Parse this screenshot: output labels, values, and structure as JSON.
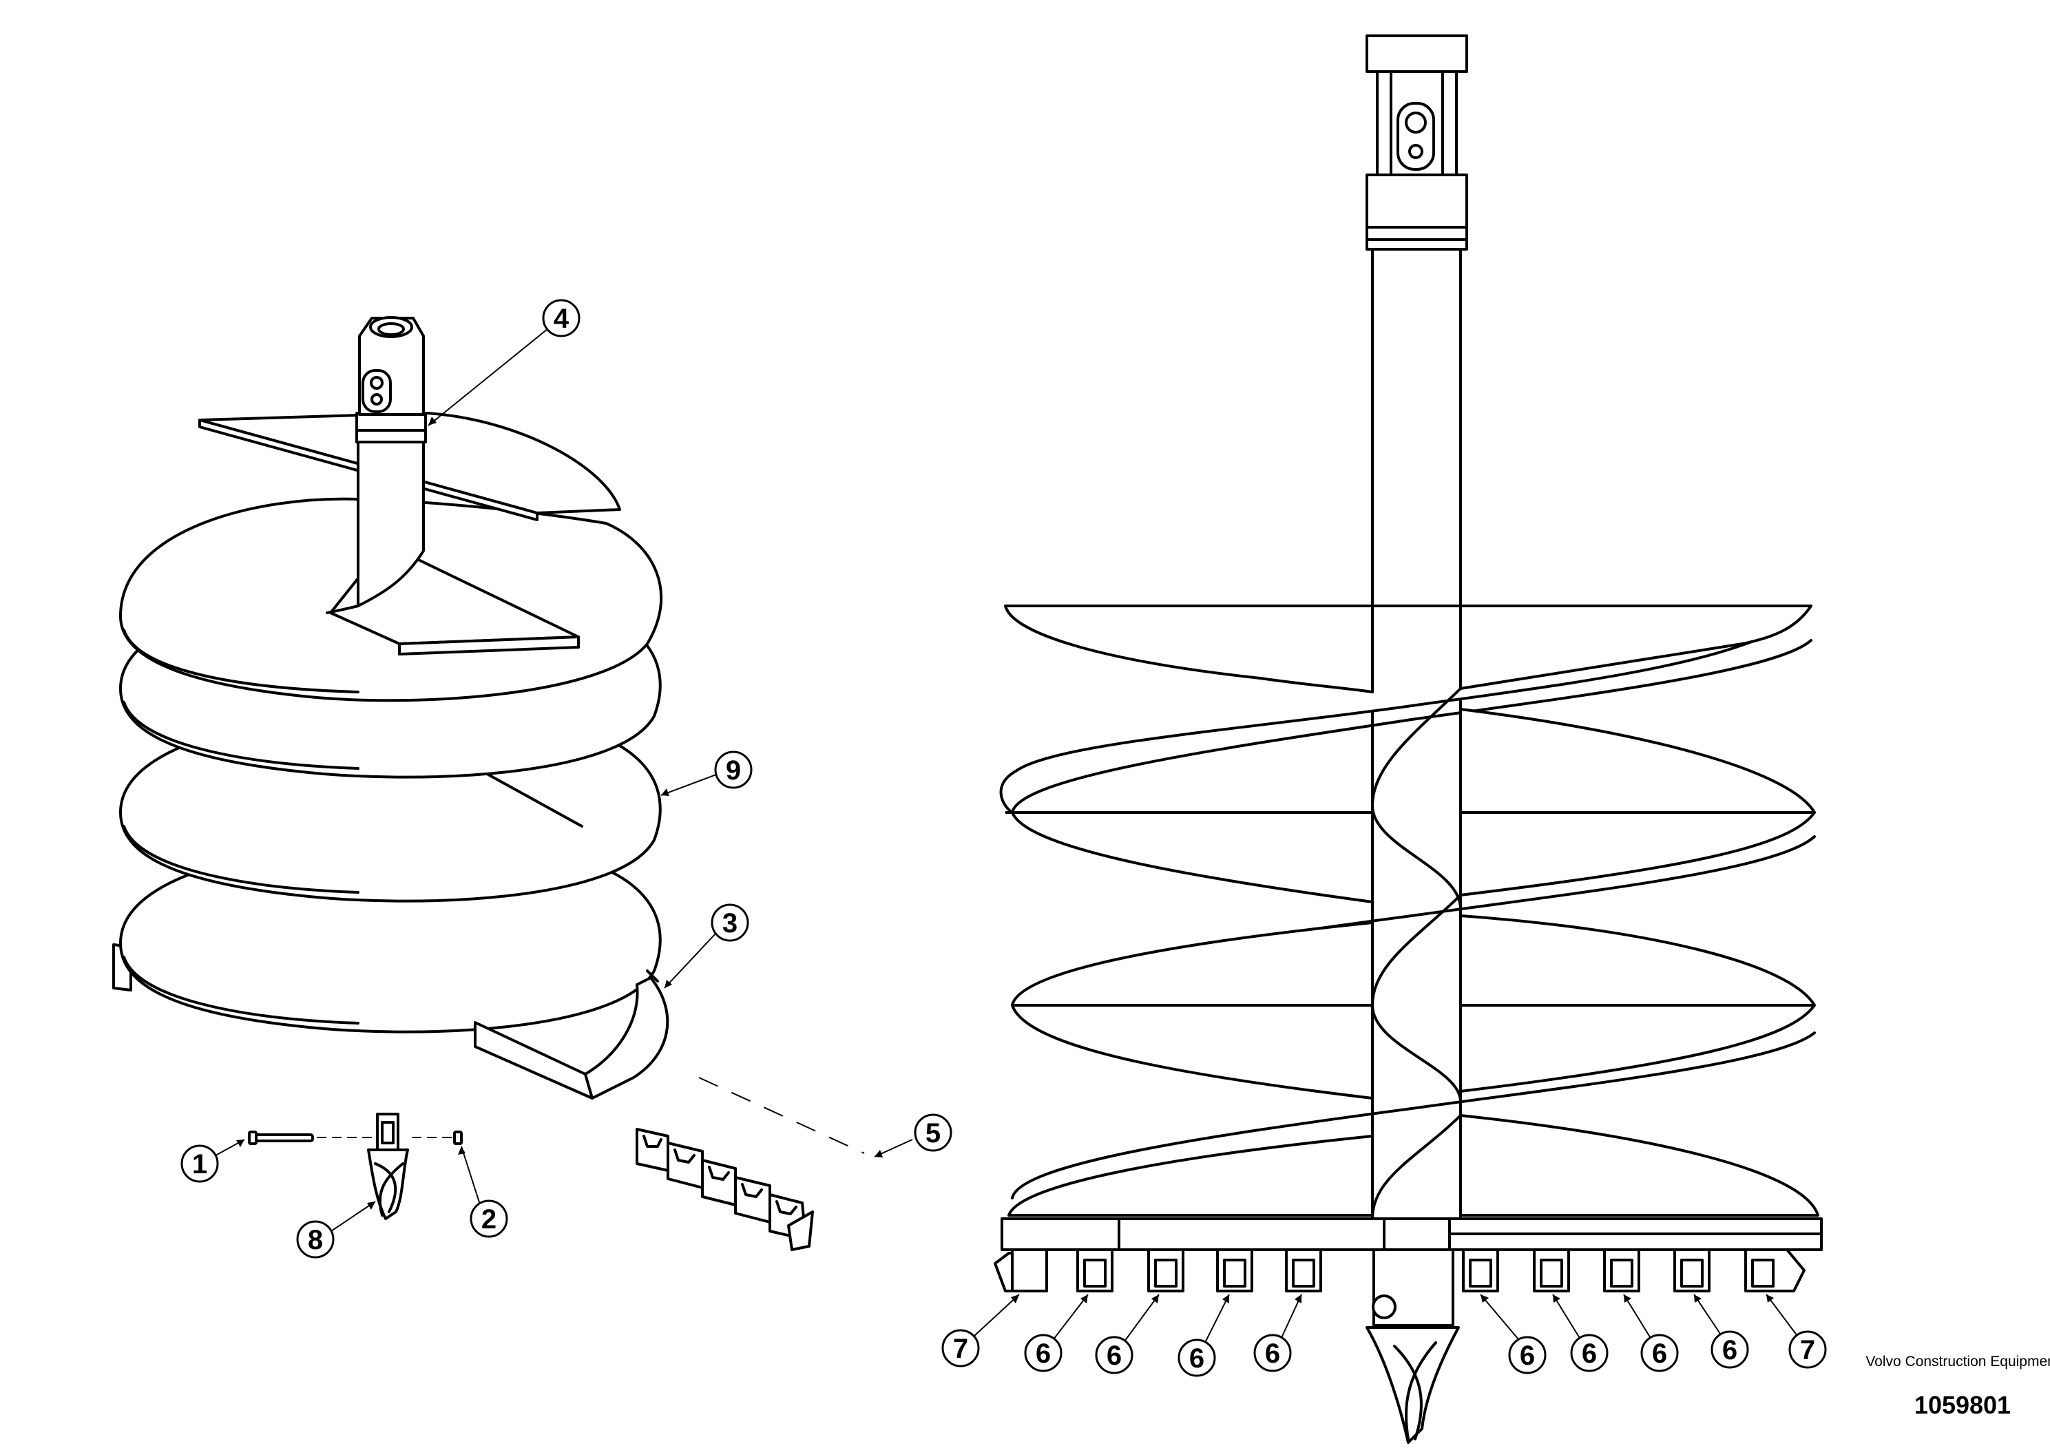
{
  "figure": {
    "company": "Volvo Construction Equipment",
    "document_number": "1059801"
  },
  "callouts": {
    "c1": "1",
    "c2": "2",
    "c3": "3",
    "c4": "4",
    "c5": "5",
    "c6": "6",
    "c7": "7",
    "c8": "8",
    "c9": "9"
  }
}
